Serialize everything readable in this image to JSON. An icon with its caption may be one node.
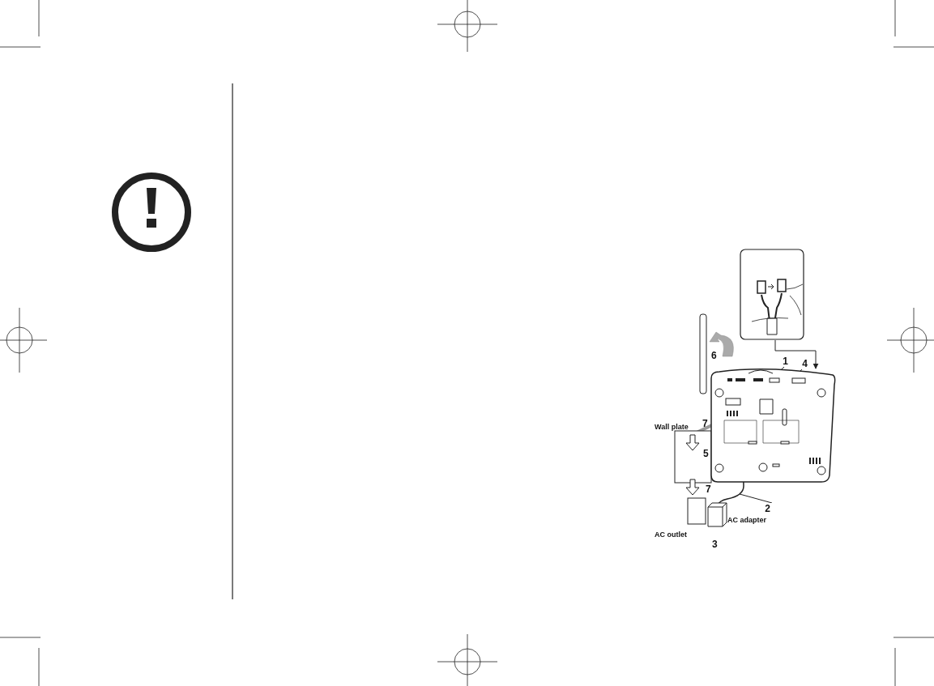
{
  "diagram": {
    "nodes": [
      {
        "text": [],
        "shape": "picture"
      },
      {
        "text": [],
        "shape": "picture"
      },
      {
        "text": [
          "1"
        ]
      },
      {
        "text": [
          "4"
        ]
      },
      {
        "text": [
          "2"
        ]
      }
    ],
    "edges": [
      {
        "from": 0,
        "to": 1,
        "arrow": "to"
      },
      {
        "from": 2,
        "to": 1,
        "arrow": "none"
      },
      {
        "from": 3,
        "to": 1,
        "arrow": "none"
      },
      {
        "from": 4,
        "to": 1,
        "arrow": "none"
      }
    ],
    "labels": [
      "6",
      "Wall plate",
      "7",
      "5",
      "7",
      "AC adapter",
      "AC outlet",
      "3"
    ]
  }
}
